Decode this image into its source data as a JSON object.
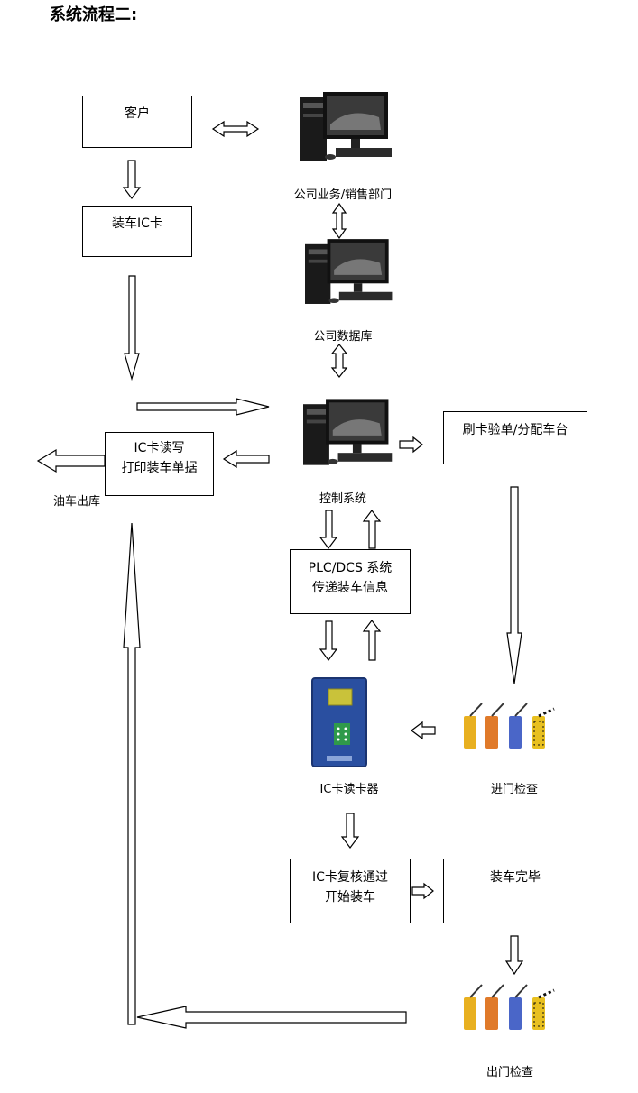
{
  "title": "系统流程二:",
  "nodes": {
    "customer": "客户",
    "ic_card": "装车IC卡",
    "ic_rw_line1": "IC卡读写",
    "ic_rw_line2": "打印装车单据",
    "swipe_verify": "刷卡验单/分配车台",
    "plc_line1": "PLC/DCS 系统",
    "plc_line2": "传递装车信息",
    "ic_recheck_line1": "IC卡复核通过",
    "ic_recheck_line2": "开始装车",
    "loading_done": "装车完毕"
  },
  "labels": {
    "sales_dept": "公司业务/销售部门",
    "database": "公司数据库",
    "control_system": "控制系统",
    "tanker_exit": "油车出库",
    "ic_reader": "IC卡读卡器",
    "entry_check": "进门检查",
    "exit_check": "出门检查"
  },
  "icons": {
    "computer": "desktop-computer-icon",
    "card_reader": "card-reader-icon",
    "barrier_gate": "barrier-gate-icon"
  },
  "colors": {
    "reader_body": "#2a4fa0",
    "reader_screen": "#c9c23a",
    "reader_keypad": "#2f9a4a"
  }
}
